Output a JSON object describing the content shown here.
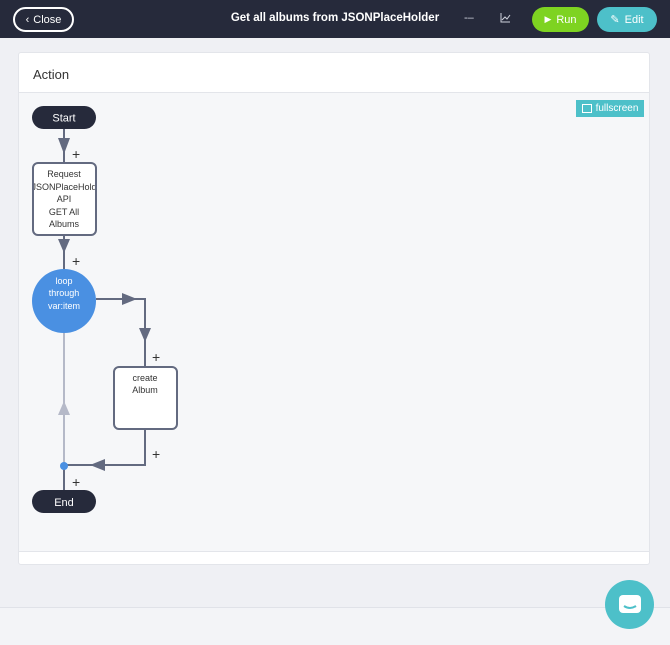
{
  "header": {
    "close_label": "Close",
    "title": "Get all albums from JSONPlaceHolder",
    "run_label": "Run",
    "edit_label": "Edit",
    "icons": [
      "chevron-left-icon",
      "compress-icon",
      "chart-icon",
      "play-icon",
      "pencil-icon"
    ]
  },
  "card": {
    "title": "Action",
    "fullscreen_label": "fullscreen"
  },
  "diagram": {
    "start": "Start",
    "request": [
      "Request",
      "JSONPlaceHold",
      "API",
      "GET All",
      "Albums"
    ],
    "loop": [
      "loop",
      "through",
      "var:item"
    ],
    "create": [
      "create",
      "Album"
    ],
    "end": "End",
    "add": "+"
  },
  "colors": {
    "topbar": "#262a3b",
    "run": "#7ed321",
    "edit": "#4dc0c9",
    "loop": "#4a90e2",
    "edge": "#636a80"
  }
}
